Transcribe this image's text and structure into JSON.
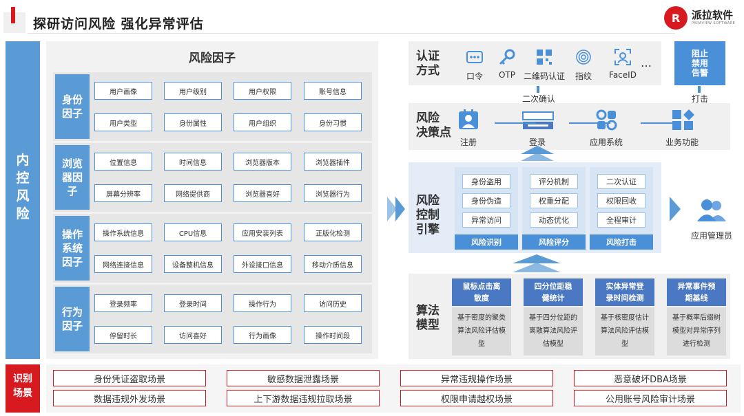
{
  "header": {
    "title": "探研访问风险 强化异常评估"
  },
  "logo": {
    "mark": "R",
    "name": "派拉软件",
    "sub": "PARAVIEW SOFTWARE"
  },
  "left_label": "内\n控\n风\n险",
  "identify_label": "识别\n场景",
  "risk_factors": {
    "title": "风险因子",
    "categories": [
      {
        "label": "身份\n因子",
        "items": [
          "用户画像",
          "用户级别",
          "用户权限",
          "账号信息",
          "用户类型",
          "身份属性",
          "用户组织",
          "身份习惯"
        ]
      },
      {
        "label": "浏览\n器因\n子",
        "items": [
          "位置信息",
          "时间信息",
          "浏览器版本",
          "浏览器插件",
          "屏幕分辨率",
          "网络提供商",
          "浏览器喜好",
          "浏览器行为"
        ]
      },
      {
        "label": "操作\n系统\n因子",
        "items": [
          "操作系统信息",
          "CPU信息",
          "应用安装列表",
          "正版化检测",
          "网络连接信息",
          "设备整机信息",
          "外设接口信息",
          "移动介质信息"
        ]
      },
      {
        "label": "行为\n因子",
        "items": [
          "登录频率",
          "登录时间",
          "操作行为",
          "访问历史",
          "停留时长",
          "访问喜好",
          "行为画像",
          "操作时间段"
        ]
      }
    ]
  },
  "auth": {
    "label": "认证\n方式",
    "methods": [
      {
        "name": "口令",
        "icon": "password-icon"
      },
      {
        "name": "OTP",
        "icon": "key-icon"
      },
      {
        "name": "二维码认证",
        "icon": "qrcode-icon"
      },
      {
        "name": "指纹",
        "icon": "fingerprint-icon"
      },
      {
        "name": "FaceID",
        "icon": "face-scan-icon"
      }
    ],
    "more": "…"
  },
  "block": {
    "label": "阻止\n禁用\n告警"
  },
  "secondary_confirm": "二次确认",
  "strike": "打击",
  "decision": {
    "label": "风险\n决策点",
    "steps": [
      {
        "name": "注册",
        "icon": "register-icon"
      },
      {
        "name": "登录",
        "icon": "login-icon"
      },
      {
        "name": "应用系统",
        "icon": "app-system-icon"
      },
      {
        "name": "业务功能",
        "icon": "business-icon"
      }
    ]
  },
  "engine": {
    "label": "风险\n控制\n引擎",
    "columns": [
      {
        "items": [
          "身份盗用",
          "身份伪造",
          "异常访问"
        ],
        "footer": "风险识别"
      },
      {
        "items": [
          "评分机制",
          "权重分配",
          "动态优化"
        ],
        "footer": "风险评分"
      },
      {
        "items": [
          "二次认证",
          "权限回收",
          "全程审计"
        ],
        "footer": "风险打击"
      }
    ]
  },
  "admin": {
    "label": "应用管理员",
    "icon": "admin-users-icon"
  },
  "algo": {
    "label": "算法\n模型",
    "models": [
      {
        "title": "鼠标点击离\n散度",
        "desc": [
          "基于",
          "密度的聚类算法",
          "风险评估模型"
        ],
        "desc_full": "基于密度的聚类算法风险评估模型"
      },
      {
        "title": "四分位距稳\n健统计",
        "desc_full": "基于四分位距的离散算法风险评估模型"
      },
      {
        "title": "实体异常登\n录时间检测",
        "desc_full": "基于核密度估计算法风险评估模型"
      },
      {
        "title": "异常事件预\n期基线",
        "desc_full": "基于概率后缀树模型对异常序列进行检测"
      }
    ],
    "desc_lines": [
      [
        "基于",
        "密度的聚",
        "",
        "类算法",
        "风险评",
        "",
        "估模型"
      ],
      [
        "基于",
        "四分位距",
        "",
        "的离散算法",
        "风",
        "",
        "险评估模型"
      ],
      [
        "基于",
        "核密度估",
        "",
        "计算法",
        "风险评",
        "",
        "估模型"
      ],
      [
        "基于",
        "概率后缀",
        "",
        "树模型",
        "对异常",
        "",
        "序列进行检测"
      ]
    ]
  },
  "scenarios": [
    "身份凭证盗取场景",
    "敏感数据泄露场景",
    "异常违规操作场景",
    "恶意破坏DBA场景",
    "数据违规外发场景",
    "上下游数据违规拉取场景",
    "权限申请越权场景",
    "公用账号风险审计场景"
  ],
  "colors": {
    "brand_red": "#d71920",
    "accent_blue": "#4a90d9",
    "label_blue": "#5b9bd5"
  }
}
